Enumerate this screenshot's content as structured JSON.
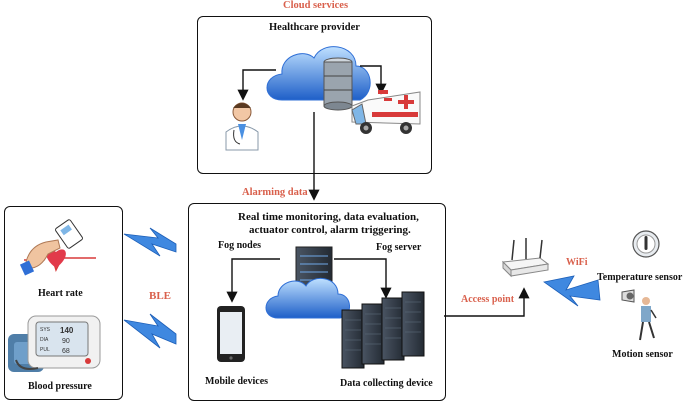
{
  "cloud": {
    "title": "Cloud services",
    "provider": "Healthcare provider"
  },
  "alarm": {
    "label": "Alarming data"
  },
  "fog": {
    "description_line1": "Real time monitoring, data evaluation,",
    "description_line2": "actuator control, alarm triggering.",
    "fog_nodes": "Fog nodes",
    "fog_server": "Fog server",
    "mobile_devices": "Mobile devices",
    "data_collecting_device": "Data collecting device"
  },
  "sensors_box": {
    "heart_rate": "Heart rate",
    "blood_pressure": "Blood pressure",
    "bp_readings": [
      "140",
      "90",
      "68"
    ],
    "bp_row_labels": [
      "SYS",
      "DIA",
      "PUL"
    ]
  },
  "links": {
    "ble": "BLE",
    "access_point": "Access point",
    "wifi": "WiFi"
  },
  "right": {
    "temperature_sensor": "Temperature sensor",
    "motion_sensor": "Motion sensor"
  },
  "colors": {
    "accent": "#d9604c",
    "cloud_blue": "#2f6fd6",
    "lightning": "#2a6fd0",
    "ambulance_red": "#d83a3a"
  }
}
